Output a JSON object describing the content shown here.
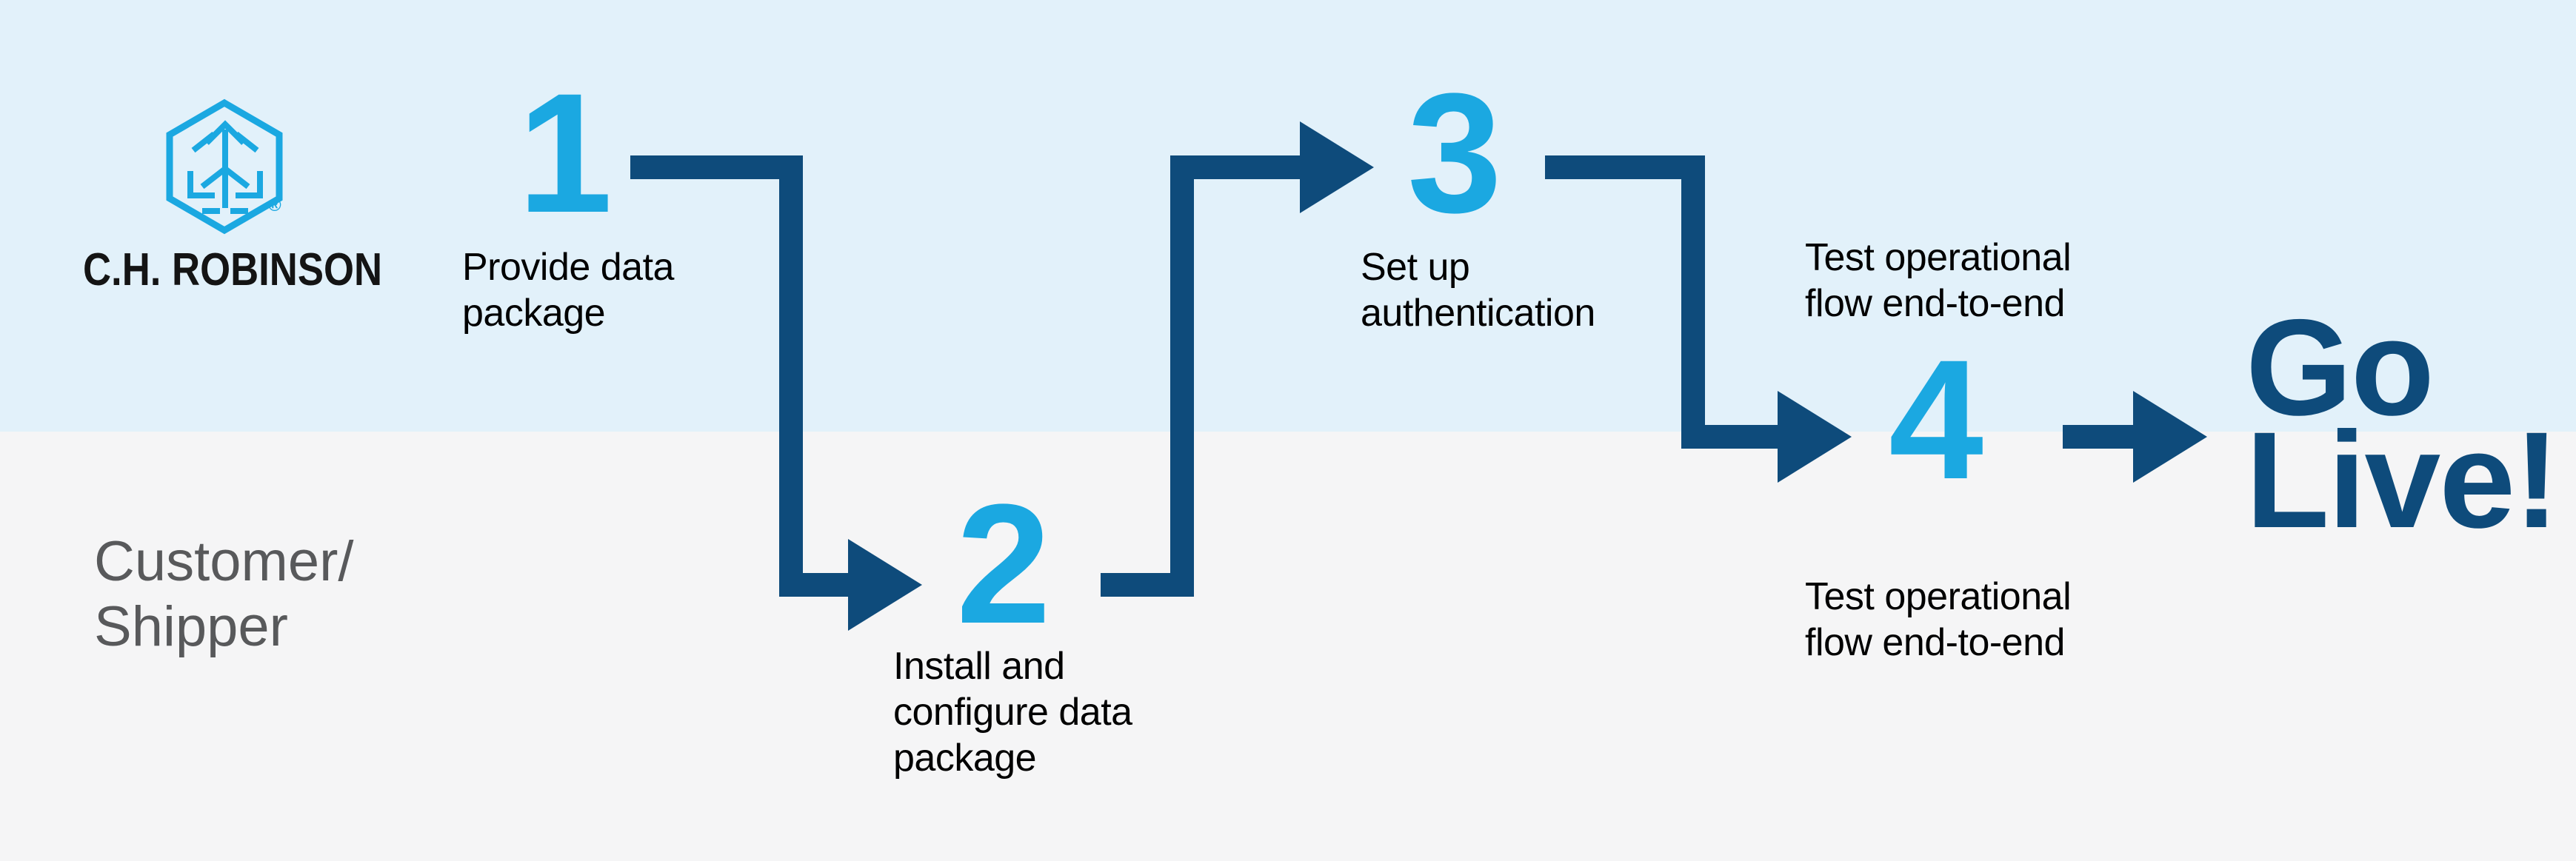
{
  "brand": {
    "wordmark": "C.H. ROBINSON",
    "registered_symbol": "®",
    "logo_icon": "hexagon-cube-arrows-icon"
  },
  "lane": {
    "line1": "Customer/",
    "line2": "Shipper"
  },
  "steps": [
    {
      "number": "1",
      "line1": "Provide data",
      "line2": "package"
    },
    {
      "number": "2",
      "line1": "Install and",
      "line2": "configure data",
      "line3": "package"
    },
    {
      "number": "3",
      "line1": "Set up",
      "line2": "authentication"
    },
    {
      "number": "4",
      "label_above_line1": "Test operational",
      "label_above_line2": "flow end-to-end",
      "label_below_line1": "Test operational",
      "label_below_line2": "flow end-to-end"
    }
  ],
  "finish": {
    "line1": "Go",
    "line2": "Live!"
  },
  "colors": {
    "navy": "#0E4B7B",
    "cyan": "#1BA8E1",
    "lightblue": "#E2F1FA",
    "lightgray": "#F5F5F6",
    "graytext": "#58595B"
  }
}
